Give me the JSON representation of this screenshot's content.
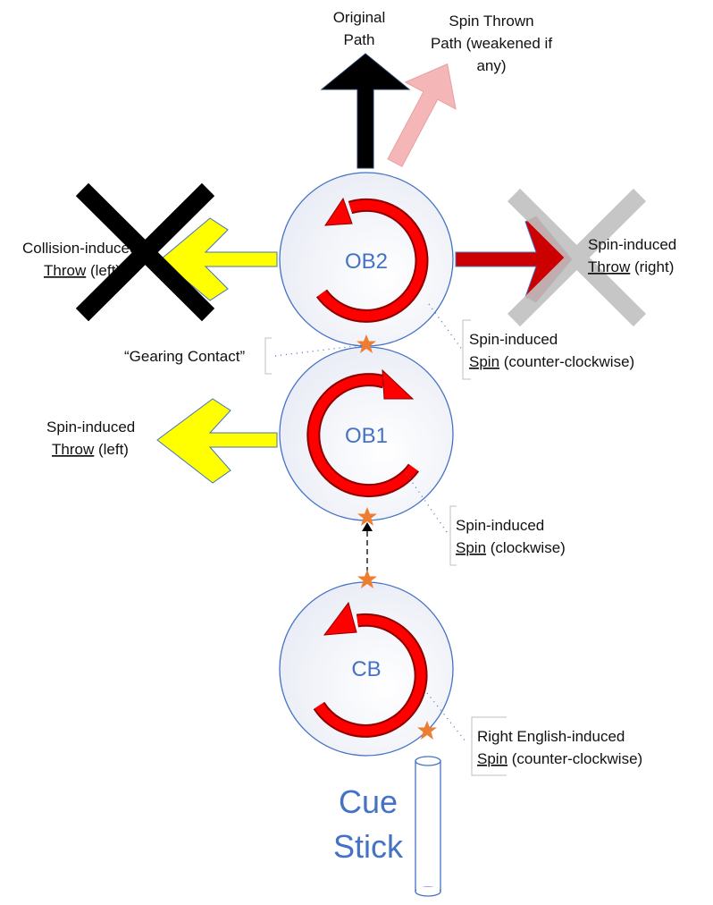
{
  "labels": {
    "original_path": [
      "Original",
      "Path"
    ],
    "spin_thrown_path": [
      "Spin Thrown",
      "Path (weakened if",
      "any)"
    ],
    "collision_throw": {
      "line1": "Collision-induced",
      "underlined": "Throw",
      "rest": " (left)"
    },
    "spin_throw_right": {
      "line1": "Spin-induced",
      "underlined": "Throw",
      "rest": " (right)"
    },
    "gearing_contact": "“Gearing Contact”",
    "ob2_spin": {
      "line1": "Spin-induced",
      "underlined": "Spin",
      "rest": " (counter-clockwise)"
    },
    "spin_throw_left": {
      "line1": "Spin-induced",
      "underlined": "Throw",
      "rest": " (left)"
    },
    "ob1_spin": {
      "line1": "Spin-induced",
      "underlined": "Spin",
      "rest": " (clockwise)"
    },
    "cb_spin": {
      "line1": "Right English-induced",
      "underlined": "Spin",
      "rest": " (counter-clockwise)"
    },
    "cue_stick": [
      "Cue",
      "Stick"
    ]
  },
  "balls": {
    "ob2": "OB2",
    "ob1": "OB1",
    "cb": "CB"
  },
  "colors": {
    "ball_outline": "#4472c4",
    "spin_arrow": "#ff0000",
    "yellow_arrow": "#ffff00",
    "red_throw_arrow": "#c00000",
    "pink_arrow": "#f4b6b6",
    "gray_x": "#c0c0c0",
    "star": "#ed7d31"
  }
}
